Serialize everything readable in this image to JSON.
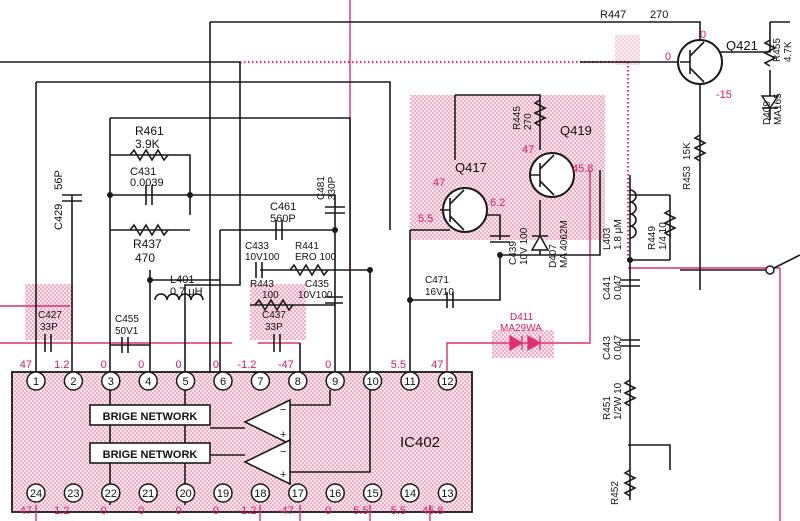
{
  "ic": {
    "name": "IC402",
    "block_label": "BRIGE NETWORK"
  },
  "pins_top": [
    "1",
    "2",
    "3",
    "4",
    "5",
    "6",
    "7",
    "8",
    "9",
    "10",
    "11",
    "12"
  ],
  "pins_bottom": [
    "24",
    "23",
    "22",
    "21",
    "20",
    "19",
    "18",
    "17",
    "16",
    "15",
    "14",
    "13"
  ],
  "voltages_top": [
    "47",
    "1.2",
    "0",
    "0",
    "0",
    "0",
    "-1.2",
    "-47",
    "0",
    "",
    "5.5",
    "47"
  ],
  "voltages_bottom": [
    "47",
    "1.2",
    "0",
    "0",
    "0",
    "0",
    "-1.2",
    "-47",
    "0",
    "5.5",
    "5.5",
    "45.8"
  ],
  "components": {
    "r461": {
      "ref": "R461",
      "value": "3.9K"
    },
    "c431": {
      "ref": "C431",
      "value": "0.0039"
    },
    "r437": {
      "ref": "R437",
      "value": "470"
    },
    "c429": {
      "ref": "C429",
      "value": "56P"
    },
    "c461": {
      "ref": "C461",
      "value": "560P"
    },
    "c481": {
      "ref": "C481",
      "value": "330P"
    },
    "c433": {
      "ref": "C433",
      "value": "10V100"
    },
    "r441": {
      "ref": "R441",
      "value": "ERO 100"
    },
    "l401": {
      "ref": "L401",
      "value": "0.7 μH"
    },
    "r443": {
      "ref": "R443",
      "value": "100"
    },
    "c435": {
      "ref": "C435",
      "value": "10V100"
    },
    "c427": {
      "ref": "C427",
      "value": "33P"
    },
    "c455": {
      "ref": "C455",
      "value": "50V1"
    },
    "c437": {
      "ref": "C437",
      "value": "33P"
    },
    "c471": {
      "ref": "C471",
      "value": "16V10"
    },
    "d411": {
      "ref": "D411",
      "value": "MA29WA"
    },
    "q417": {
      "ref": "Q417"
    },
    "q419": {
      "ref": "Q419"
    },
    "q421": {
      "ref": "Q421"
    },
    "r445": {
      "ref": "R445",
      "value": "270"
    },
    "c439": {
      "ref": "C439",
      "value": "10V 100"
    },
    "d407": {
      "ref": "D407",
      "value": "MA 4062M"
    },
    "r447": {
      "ref": "R447",
      "value": "270"
    },
    "r455": {
      "ref": "R455",
      "value": "4.7K"
    },
    "d409": {
      "ref": "D409",
      "value": "MA165"
    },
    "r453": {
      "ref": "R453",
      "value": "15K"
    },
    "l403": {
      "ref": "L403",
      "value": "1.8 μM"
    },
    "r449": {
      "ref": "R449",
      "value": "1/4 10"
    },
    "c441": {
      "ref": "C441",
      "value": "0.047"
    },
    "c443": {
      "ref": "C443",
      "value": "0.047"
    },
    "r451": {
      "ref": "R451",
      "value": "1/2W 10"
    },
    "r452": {
      "ref": "R452"
    }
  },
  "transistor_voltages": {
    "q417_base": "5.5",
    "q417_collector": "47",
    "q417_emitter": "6.2",
    "q419_collector": "47",
    "q419_emitter": "45.8",
    "q421_base": "0",
    "q421_collector": "0",
    "q421_emitter": "-15"
  },
  "colors": {
    "highlight": "#e0316a",
    "shade": "#f4c6d4",
    "ink": "#1a1a1a"
  }
}
